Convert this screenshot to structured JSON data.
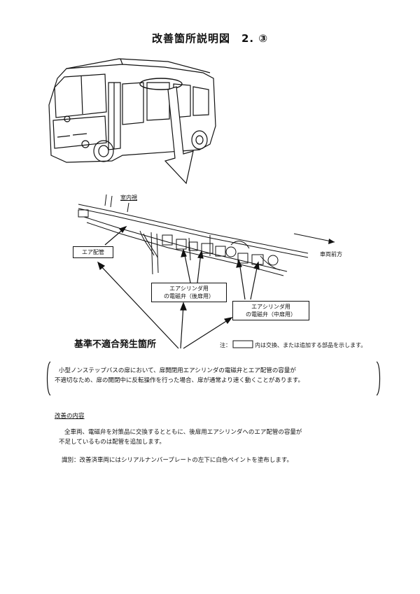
{
  "title": "改善箇所説明図　2. ③",
  "diagram": {
    "interior_view_label": "室内視",
    "air_pipe_label": "エア配管",
    "vehicle_front_label": "車両前方",
    "rear_valve_label_line1": "エアシリンダ用",
    "rear_valve_label_line2": "の電磁弁（後扉用）",
    "middle_valve_label_line1": "エアシリンダ用",
    "middle_valve_label_line2": "の電磁弁（中扉用）",
    "nonconformity_label": "基準不適合発生箇所",
    "note_prefix": "注：",
    "note_text": "内は交換、または追加する部品を示します。"
  },
  "description": {
    "line1": "小型ノンステップバスの扉において、扉開閉用エアシリンダの電磁弁とエア配管の容量が",
    "line2": "不適切なため、扉の開閉中に反転操作を行った場合、扉が通常より速く動くことがあります。"
  },
  "improvement": {
    "heading": "改善の内容",
    "line1": "全車両、電磁弁を対策品に交換するとともに、後扉用エアシリンダへのエア配管の容量が",
    "line2": "不足しているものは配管を追加します。"
  },
  "identification": {
    "text": "識別：改善済車両にはシリアルナンバープレートの左下に白色ペイントを塗布します。"
  }
}
